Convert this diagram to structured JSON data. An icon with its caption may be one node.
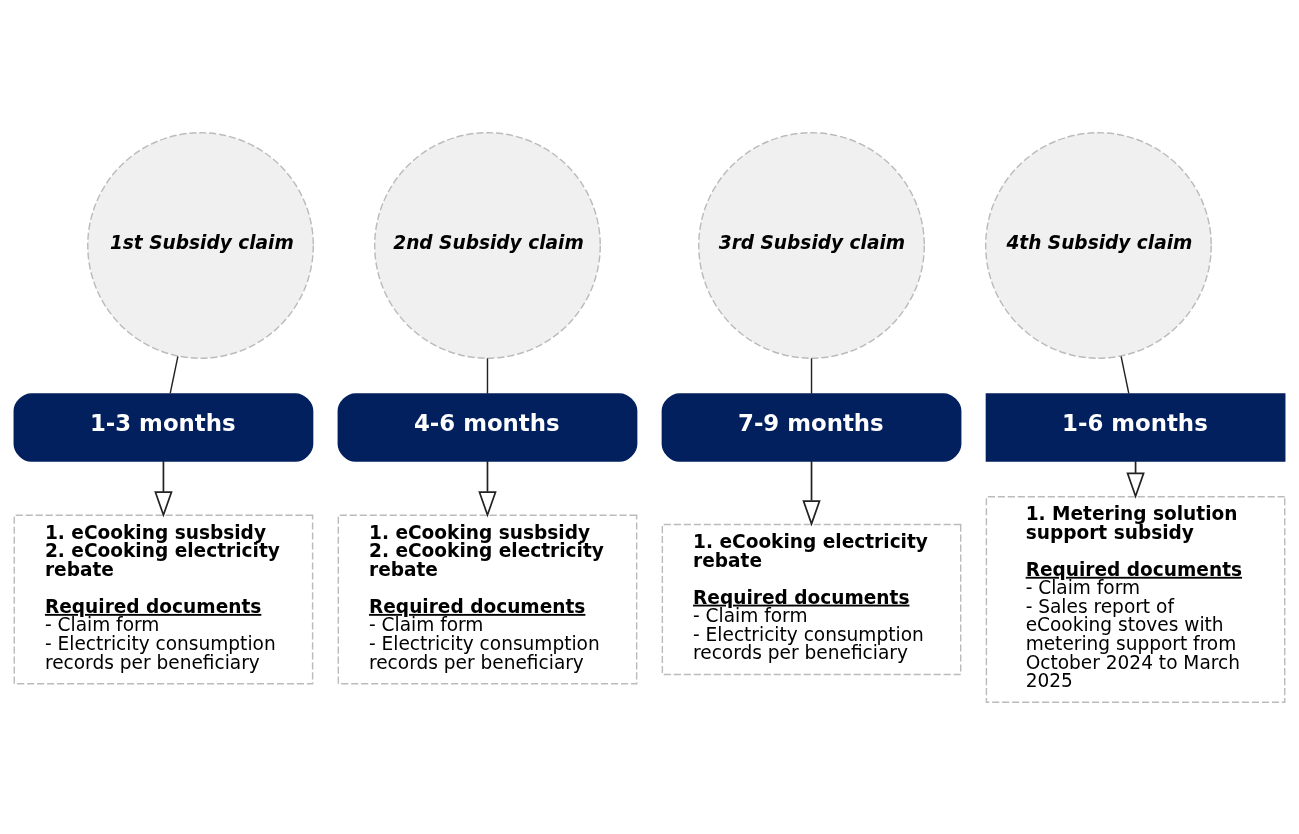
{
  "diagram": {
    "nodes": [
      {
        "text": [
          "1st Subsidy claim"
        ]
      },
      {
        "text": [
          "2nd Subsidy claim"
        ]
      },
      {
        "text": [
          "3rd Subsidy claim"
        ]
      },
      {
        "text": [
          "4th Subsidy claim"
        ]
      },
      {
        "text": [
          "1-3 months"
        ]
      },
      {
        "text": [
          "4-6 months"
        ]
      },
      {
        "text": [
          "7-9 months"
        ]
      },
      {
        "text": [
          "1-6 months"
        ]
      },
      {
        "text": [
          "1. eCooking susbsidy",
          "2. eCooking electricity rebate",
          "Required documents",
          "- Claim form",
          "- Electricity consumption records per beneficiary"
        ]
      },
      {
        "text": [
          "1. eCooking susbsidy",
          "2. eCooking electricity rebate",
          "Required documents",
          "- Claim form",
          "- Electricity consumption records per beneficiary"
        ]
      },
      {
        "text": [
          "1. eCooking electricity rebate",
          "Required documents",
          "- Claim form",
          "- Electricity consumption records per beneficiary"
        ]
      },
      {
        "text": [
          "1. Metering solution support subsidy",
          "Required documents",
          "- Claim form",
          "- Sales report of eCooking stoves with metering support from October 2024 to March 2025"
        ]
      }
    ],
    "edges": [
      {
        "from": 0,
        "to": 4,
        "arrow": "none"
      },
      {
        "from": 1,
        "to": 5,
        "arrow": "none"
      },
      {
        "from": 2,
        "to": 6,
        "arrow": "none"
      },
      {
        "from": 3,
        "to": 7,
        "arrow": "none"
      },
      {
        "from": 4,
        "to": 8,
        "arrow": "to"
      },
      {
        "from": 5,
        "to": 9,
        "arrow": "to"
      },
      {
        "from": 6,
        "to": 10,
        "arrow": "to"
      },
      {
        "from": 7,
        "to": 11,
        "arrow": "to"
      }
    ]
  }
}
